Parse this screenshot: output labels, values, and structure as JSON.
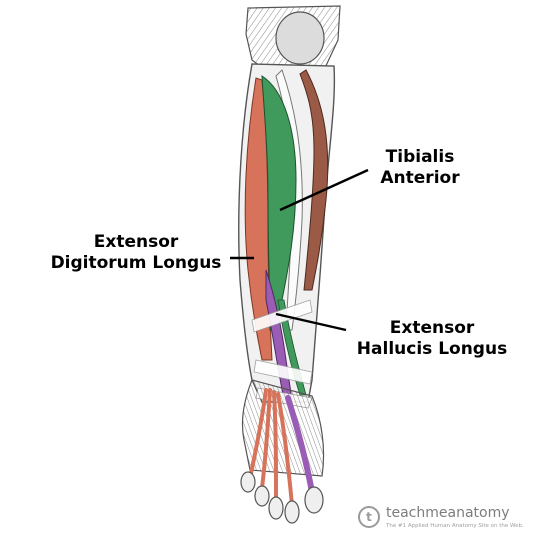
{
  "labels": {
    "tibialis_anterior_line1": "Tibialis",
    "tibialis_anterior_line2": "Anterior",
    "extensor_digitorum_line1": "Extensor",
    "extensor_digitorum_line2": "Digitorum Longus",
    "extensor_hallucis_line1": "Extensor",
    "extensor_hallucis_line2": "Hallucis Longus"
  },
  "brand": {
    "logo_letter": "t",
    "name": "teachmeanatomy",
    "tagline": "The #1 Applied Human Anatomy Site on the Web."
  },
  "colors": {
    "tibialis_anterior": "#3f9a5c",
    "extensor_digitorum_longus": "#d7735a",
    "extensor_hallucis_longus": "#9a5cb5",
    "peroneal": "#9b5a45",
    "bone": "#e8e8e8",
    "outline": "#555555"
  },
  "icons": {
    "brand_logo": "teachmeanatomy-logo-icon"
  }
}
